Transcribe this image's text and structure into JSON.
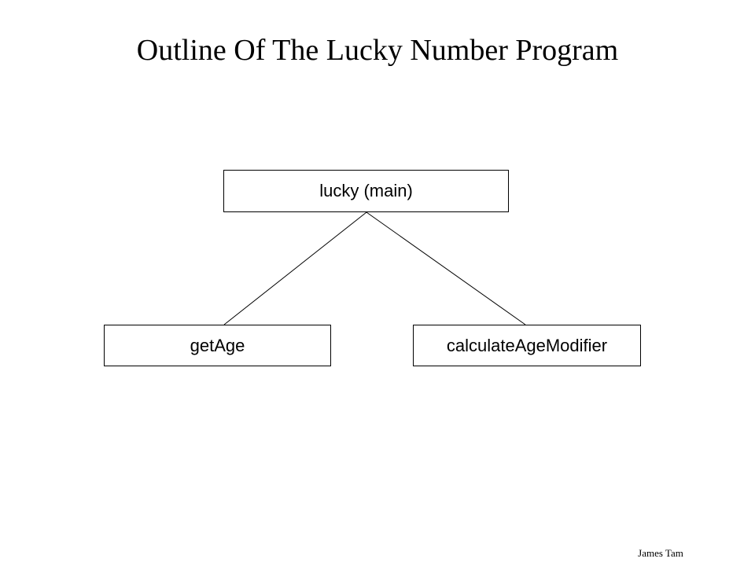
{
  "slide": {
    "title": "Outline Of The Lucky Number Program",
    "author": "James Tam"
  },
  "diagram": {
    "root": {
      "label": "lucky (main)"
    },
    "children": [
      {
        "label": "getAge"
      },
      {
        "label": "calculateAgeModifier"
      }
    ],
    "line_color": "#000000",
    "box_border_color": "#000000"
  }
}
